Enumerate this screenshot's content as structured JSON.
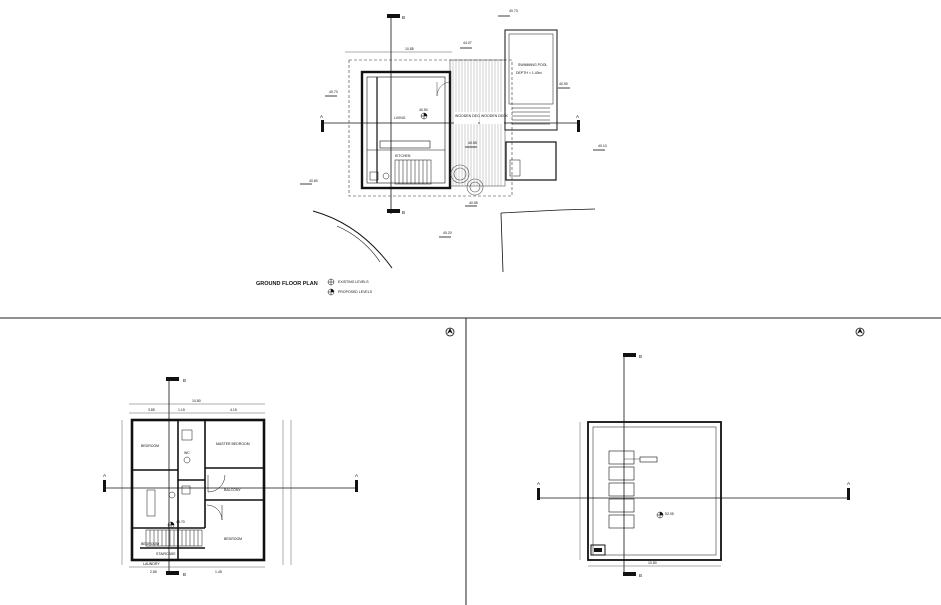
{
  "plans": {
    "ground": {
      "title": "GROUND FLOOR PLAN",
      "legend": [
        "EXISTING LEVELS",
        "PROPOSED LEVELS"
      ],
      "section_mark": "B",
      "section_mark_2": "A",
      "levels": {
        "top_right": "40.73",
        "top_center": "44.07",
        "left_upper": "40.70",
        "left_lower": "40.80",
        "interior": "40.50",
        "right_upper": "40.90",
        "right_lower": "40.10",
        "terrace": "40.55",
        "bottom": "40.20",
        "bottom_mid": "40.55"
      },
      "rooms": {
        "living": "LIVING",
        "kitchen": "KITCHEN",
        "swimming_pool": "SWIMMING POOL",
        "pool_depth": "DEPTH = 1.40m",
        "deck_1": "WOODEN DECK",
        "deck_2": "WOODEN DECK"
      }
    },
    "first": {
      "section_mark": "B",
      "section_mark_2": "A",
      "level": "45.70",
      "rooms": {
        "bedroom_1": "BEDROOM",
        "master_bedroom": "MASTER BEDROOM",
        "bedroom_2": "BEDROOM",
        "bedroom_3": "BEDROOM",
        "wc": "WC",
        "balcony": "BALCONY",
        "staircase": "STAIRCASE",
        "laundry": "LAUNDRY"
      }
    },
    "roof": {
      "section_mark": "B",
      "section_mark_2": "A",
      "level": "52.05"
    }
  }
}
